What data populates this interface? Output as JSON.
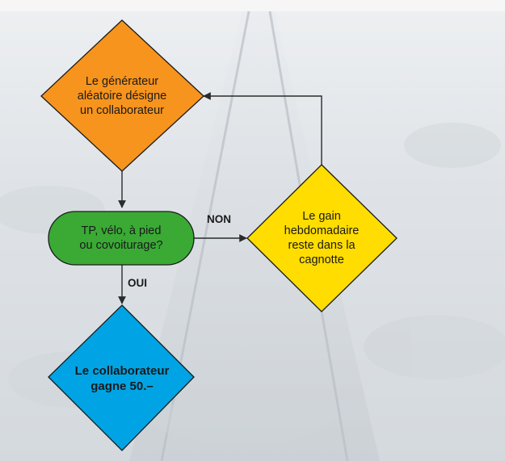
{
  "nodes": {
    "generator": {
      "text": "Le générateur\naléatoire désigne\nun collaborateur",
      "color": "#f7941d"
    },
    "question": {
      "text": "TP, vélo, à pied\nou covoiturage?",
      "color": "#3aaa35"
    },
    "pot": {
      "text": "Le gain\nhebdomadaire\nreste dans la\ncagnotte",
      "color": "#ffdd00"
    },
    "win": {
      "text": "Le collaborateur\ngagne 50.–",
      "color": "#00a4e4"
    }
  },
  "edges": {
    "no_label": "NON",
    "yes_label": "OUI"
  },
  "colors": {
    "line": "#2b2b2b",
    "outline": "#1a1a1a",
    "background": "#dfe3e7"
  }
}
